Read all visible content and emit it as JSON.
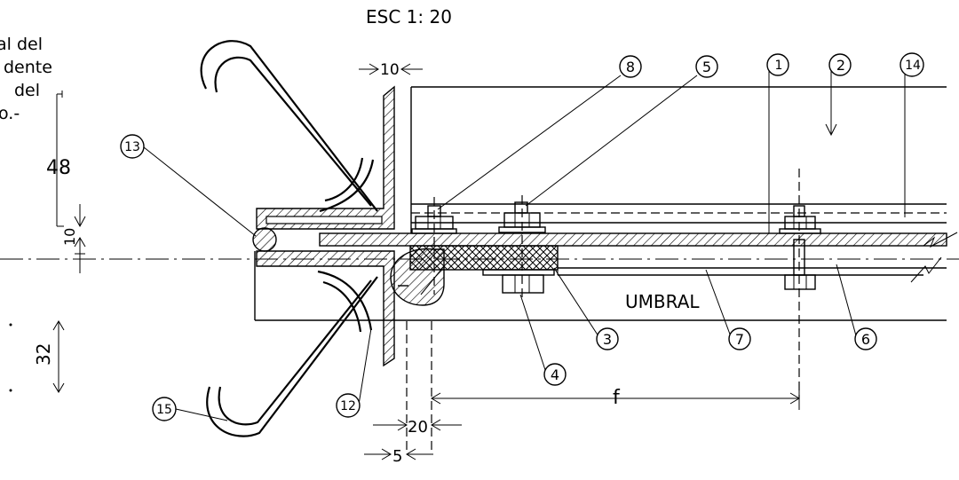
{
  "title": "ESC 1: 20",
  "side_note": [
    "al del",
    "dente",
    "del",
    "o.-"
  ],
  "dimensions": {
    "d48": "48",
    "d10_vertical": "10",
    "d32": "32",
    "d10_top": "10",
    "d20": "20",
    "d5": "5",
    "f": "f"
  },
  "part_label": "UMBRAL",
  "callouts": [
    "1",
    "2",
    "3",
    "4",
    "5",
    "6",
    "7",
    "8",
    "12",
    "13",
    "14",
    "15"
  ]
}
